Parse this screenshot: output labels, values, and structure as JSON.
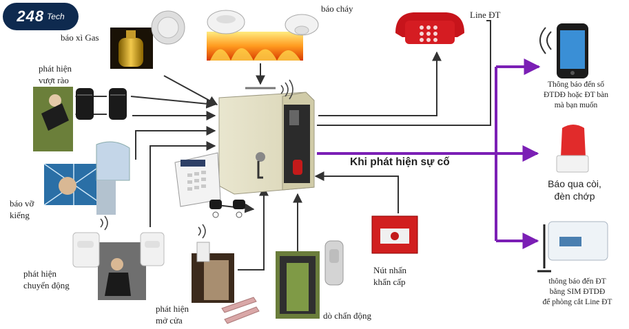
{
  "logo": {
    "number": "24",
    "number_italic": "8",
    "suffix": "Tech"
  },
  "headline": "Khi phát hiện sự cố",
  "labels": {
    "gas": "báo xì Gas",
    "fire": "báo cháy",
    "phone_line": "Line ĐT",
    "fence": [
      "phát hiện",
      "vượt rào"
    ],
    "glass": [
      "báo vỡ",
      "kiếng"
    ],
    "motion": [
      "phát hiện",
      "chuyển động"
    ],
    "door": [
      "phát hiện",
      "mở cửa"
    ],
    "vibration": "dò chấn động",
    "panic": [
      "Nút nhấn",
      "khẩn cấp"
    ],
    "mobile": [
      "Thông báo đến số",
      "ĐTDĐ hoặc ĐT bàn",
      "mà bạn muốn"
    ],
    "siren": [
      "Báo qua còi,",
      "đèn chớp"
    ],
    "sim": [
      "thông báo đến ĐT",
      "bằng SIM ĐTDĐ",
      "để phòng cắt Line ĐT"
    ]
  },
  "colors": {
    "alert_lines": "#7b1fb5",
    "lines": "#333333",
    "logo_bg": "#0e2a4f"
  }
}
